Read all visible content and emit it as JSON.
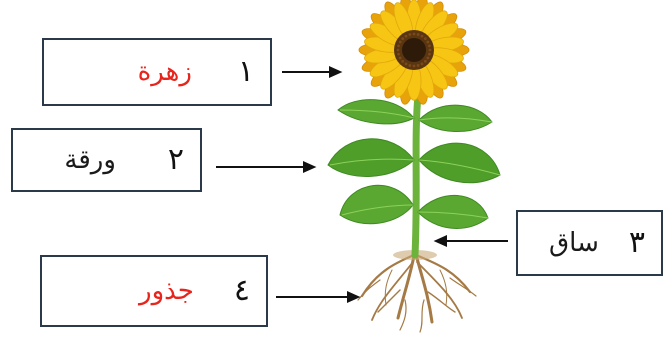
{
  "labels": [
    {
      "number": "١",
      "word": "زهرة",
      "word_color": "#e8251c"
    },
    {
      "number": "٢",
      "word": "ورقة",
      "word_color": "#1a1a1a"
    },
    {
      "number": "٣",
      "word": "ساق",
      "word_color": "#1a1a1a"
    },
    {
      "number": "٤",
      "word": "جذور",
      "word_color": "#e8251c"
    }
  ],
  "colors": {
    "petal": "#f7c513",
    "petal_dark": "#e8a20a",
    "center": "#5a3511",
    "center_dark": "#2e1a08",
    "leaf": "#5aa832",
    "leaf_dark": "#3f8a22",
    "stem": "#6cb33c",
    "root": "#a57a45",
    "arrow": "#111111"
  }
}
